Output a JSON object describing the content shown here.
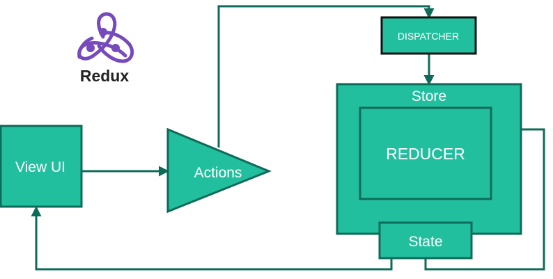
{
  "logo": {
    "text": "Redux",
    "icon": "redux-atom-icon",
    "color": "#764abc"
  },
  "nodes": {
    "view_ui": "View UI",
    "actions": "Actions",
    "dispatcher": "DISPATCHER",
    "store": "Store",
    "reducer": "REDUCER",
    "state": "State"
  },
  "colors": {
    "fill": "#22bf9f",
    "stroke": "#0e6b59",
    "arrow": "#0e6b59",
    "text": "#ffffff"
  }
}
